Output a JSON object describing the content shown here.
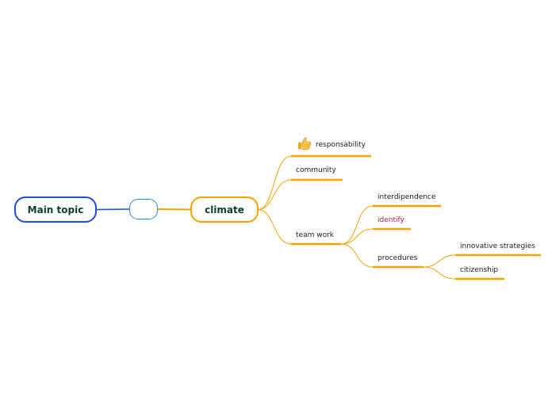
{
  "mindmap": {
    "main_topic": "Main topic",
    "blank_topic": "",
    "climate": "climate",
    "branches": {
      "responsability": "responsability",
      "community": "community",
      "team_work": "team work",
      "interdipendence": "interdipendence",
      "identify": "identify",
      "procedures": "procedures",
      "innovative_strategies": "innovative strategies",
      "citizenship": "citizenship"
    },
    "icons": {
      "responsability": "thumbs-up-icon"
    },
    "colors": {
      "main_border": "#1d4fd8",
      "blank_border": "#2b8ad6",
      "branch_orange": "#f5a300",
      "identify_text": "#b0213b",
      "topic_text": "#0a3d2a"
    }
  }
}
